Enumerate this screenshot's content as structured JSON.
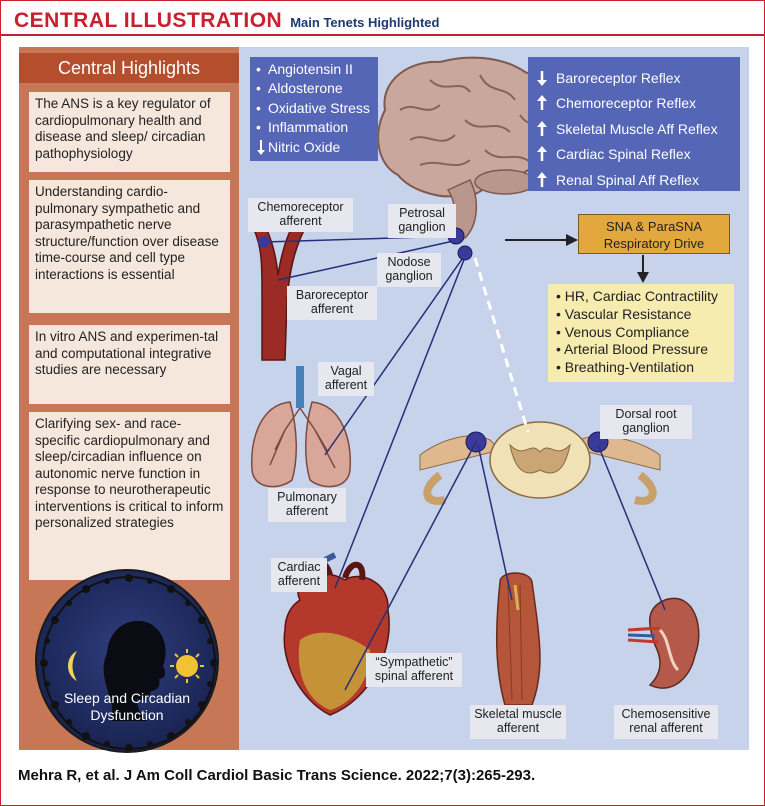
{
  "header": {
    "title": "CENTRAL ILLUSTRATION",
    "subtitle": "Main Tenets Highlighted"
  },
  "left_panel": {
    "title": "Central Highlights",
    "highlights": [
      "The ANS is a key regulator of cardiopulmonary health and disease and sleep/ circadian pathophysiology",
      "Understanding cardio-pulmonary sympathetic and parasympathetic nerve structure/function over disease time-course and cell type interactions is essential",
      "In vitro ANS and experimen-tal and computational integrative studies are necessary",
      "Clarifying sex- and race-specific cardiopulmonary and sleep/circadian influence on autonomic nerve function in response to neurotherapeutic interventions is critical to inform personalized strategies"
    ],
    "sleep_label": "Sleep and Circadian Dysfunction"
  },
  "humoral_factors": [
    {
      "label": "Angiotensin II",
      "marker": "•"
    },
    {
      "label": "Aldosterone",
      "marker": "•"
    },
    {
      "label": "Oxidative Stress",
      "marker": "•"
    },
    {
      "label": "Inflammation",
      "marker": "•"
    },
    {
      "label": "Nitric Oxide",
      "marker": "down-arrow"
    }
  ],
  "reflexes": [
    {
      "label": "Baroreceptor Reflex",
      "direction": "down"
    },
    {
      "label": "Chemoreceptor Reflex",
      "direction": "up"
    },
    {
      "label": "Skeletal Muscle Aff Reflex",
      "direction": "up"
    },
    {
      "label": "Cardiac Spinal Reflex",
      "direction": "up"
    },
    {
      "label": "Renal Spinal Aff Reflex",
      "direction": "up"
    }
  ],
  "labels": {
    "chemoreceptor": "Chemoreceptor afferent",
    "petrosal": "Petrosal ganglion",
    "nodose": "Nodose ganglion",
    "baroreceptor": "Baroreceptor afferent",
    "vagal": "Vagal afferent",
    "pulmonary": "Pulmonary afferent",
    "dorsal": "Dorsal root ganglion",
    "cardiac": "Cardiac afferent",
    "sympathetic": "“Sympathetic” spinal afferent",
    "skeletal": "Skeletal muscle afferent",
    "renal": "Chemosensitive renal afferent"
  },
  "outputs": {
    "drive": "SNA & ParaSNA Respiratory Drive",
    "effects": [
      "HR, Cardiac Contractility",
      "Vascular Resistance",
      "Venous Compliance",
      "Arterial Blood Pressure",
      "Breathing-Ventilation"
    ]
  },
  "citation": "Mehra R, et al. J Am Coll Cardiol Basic Trans Science. 2022;7(3):265-293.",
  "colors": {
    "brand_red": "#c8202f",
    "panel_blue": "#c6d3ea",
    "box_blue": "#5566b7",
    "left_orange": "#c77755",
    "drive_gold": "#e2a83e",
    "effects_yellow": "#f7ecb0"
  }
}
